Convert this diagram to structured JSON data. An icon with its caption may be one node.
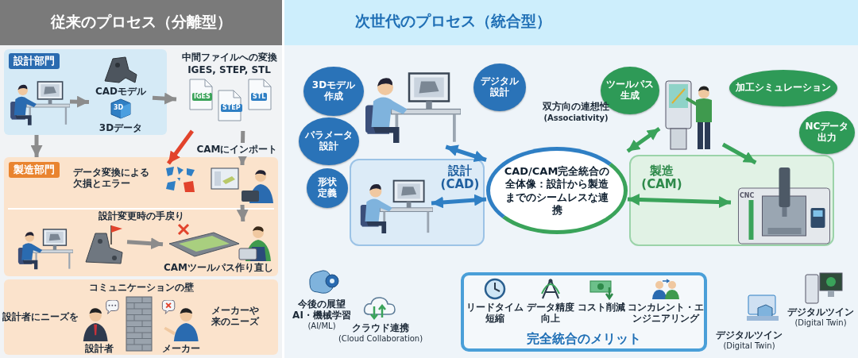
{
  "diagram": {
    "nodes": [
      {
        "text": [
          "従来のプロセス（分離型）"
        ]
      },
      {
        "text": [
          "設計部門"
        ]
      },
      {
        "text": [],
        "shape": "picture",
        "in": 1
      },
      {
        "text": [
          "CADモデル",
          "3D",
          "3Dデータ"
        ],
        "in": 1
      },
      {
        "text": [
          "中間ファイルへの変換",
          "IGES, STEP, STL",
          "IGES",
          "STEP",
          "STL"
        ]
      },
      {
        "text": [
          "製造部門"
        ]
      },
      {
        "text": [
          "データ変換による欠損とエラー"
        ],
        "in": 5
      },
      {
        "text": [],
        "shape": "picture",
        "in": 5
      },
      {
        "text": [
          "設計変更時の手戻り"
        ],
        "in": 5
      },
      {
        "text": [],
        "shape": "picture",
        "in": 8
      },
      {
        "text": [],
        "shape": "picture",
        "in": 8
      },
      {
        "text": [
          "CAMツールパス作り直し"
        ],
        "in": 8
      },
      {
        "text": [
          "コミュニケーションの壁"
        ]
      },
      {
        "text": [
          "設計者"
        ],
        "beside": [
          "設計者にニーズを"
        ],
        "in": 12
      },
      {
        "text": [],
        "shape": "picture",
        "in": 12
      },
      {
        "text": [
          "メーカー"
        ],
        "beside": [
          "メーカーや来のニーズ"
        ],
        "in": 12
      },
      {
        "text": [
          "次世代のプロセス（統合型）"
        ]
      },
      {
        "text": [
          "CAD/CAM完全統合の全体像：設計から製造までのシームレスな連携"
        ]
      },
      {
        "text": [
          "設計(CAD)"
        ]
      },
      {
        "text": [
          "3Dモデル作成"
        ]
      },
      {
        "text": [
          "デジタル設計"
        ]
      },
      {
        "text": [
          "パラメータ設計"
        ]
      },
      {
        "text": [
          "形状定義"
        ]
      },
      {
        "text": [],
        "shape": "picture"
      },
      {
        "text": [],
        "shape": "picture",
        "in": 18
      },
      {
        "text": [
          "製造(CAM)"
        ]
      },
      {
        "text": [
          "ツールパス生成"
        ]
      },
      {
        "text": [
          "加工シミュレーション"
        ]
      },
      {
        "text": [
          "NCデータ出力"
        ]
      },
      {
        "text": [],
        "shape": "picture"
      },
      {
        "text": [
          "CNC"
        ],
        "in": 25
      },
      {
        "text": [
          "完全統合のメリット"
        ]
      }
    ],
    "edges": [
      {
        "from": 2,
        "to": 3,
        "arrow": "to"
      },
      {
        "from": 3,
        "to": 4,
        "arrow": "to"
      },
      {
        "from": 1,
        "to": 5,
        "arrow": "to"
      },
      {
        "from": 4,
        "to": 6,
        "arrow": "to",
        "color": "#e2432c"
      },
      {
        "from": 4,
        "to": 7,
        "arrow": "to",
        "label": "CAMにインポート"
      },
      {
        "from": 7,
        "to": 11,
        "arrow": "to"
      },
      {
        "from": 10,
        "to": 11,
        "arrow": "to"
      },
      {
        "from": 23,
        "to": 17,
        "arrow": "both",
        "color": "#2f7fc4"
      },
      {
        "from": 24,
        "to": 17,
        "arrow": "both",
        "color": "#2f7fc4"
      },
      {
        "from": 17,
        "to": 29,
        "arrow": "both",
        "color": "#3aa35a"
      },
      {
        "from": 17,
        "to": 30,
        "arrow": "both",
        "color": "#3aa35a"
      },
      {
        "from": 29,
        "to": 30,
        "arrow": "to",
        "color": "#3aa35a"
      }
    ],
    "labels": [
      "双方向の連想性",
      "(Associativity)",
      "リードタイム短縮",
      "データ精度向上",
      "コスト削減",
      "コンカレント・エンジニアリング",
      "今後の展望",
      "AI・機械学習",
      "(AI/ML)",
      "クラウド連携",
      "(Cloud Collaboration)",
      "デジタルツイン",
      "(Digital Twin)",
      "デジタルツイン",
      "(Digital Twin)"
    ]
  }
}
